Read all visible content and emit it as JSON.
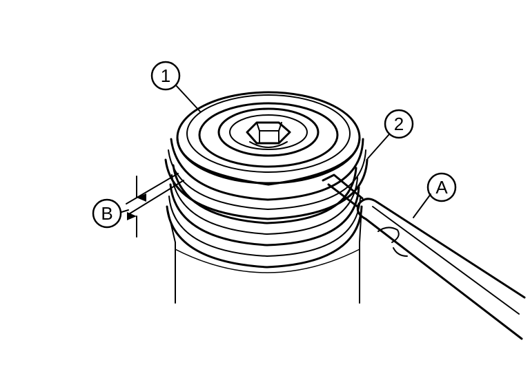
{
  "callouts": {
    "c1": "1",
    "c2": "2",
    "cA": "A",
    "cB": "B"
  },
  "colors": {
    "line": "#000000",
    "background": "#ffffff"
  }
}
